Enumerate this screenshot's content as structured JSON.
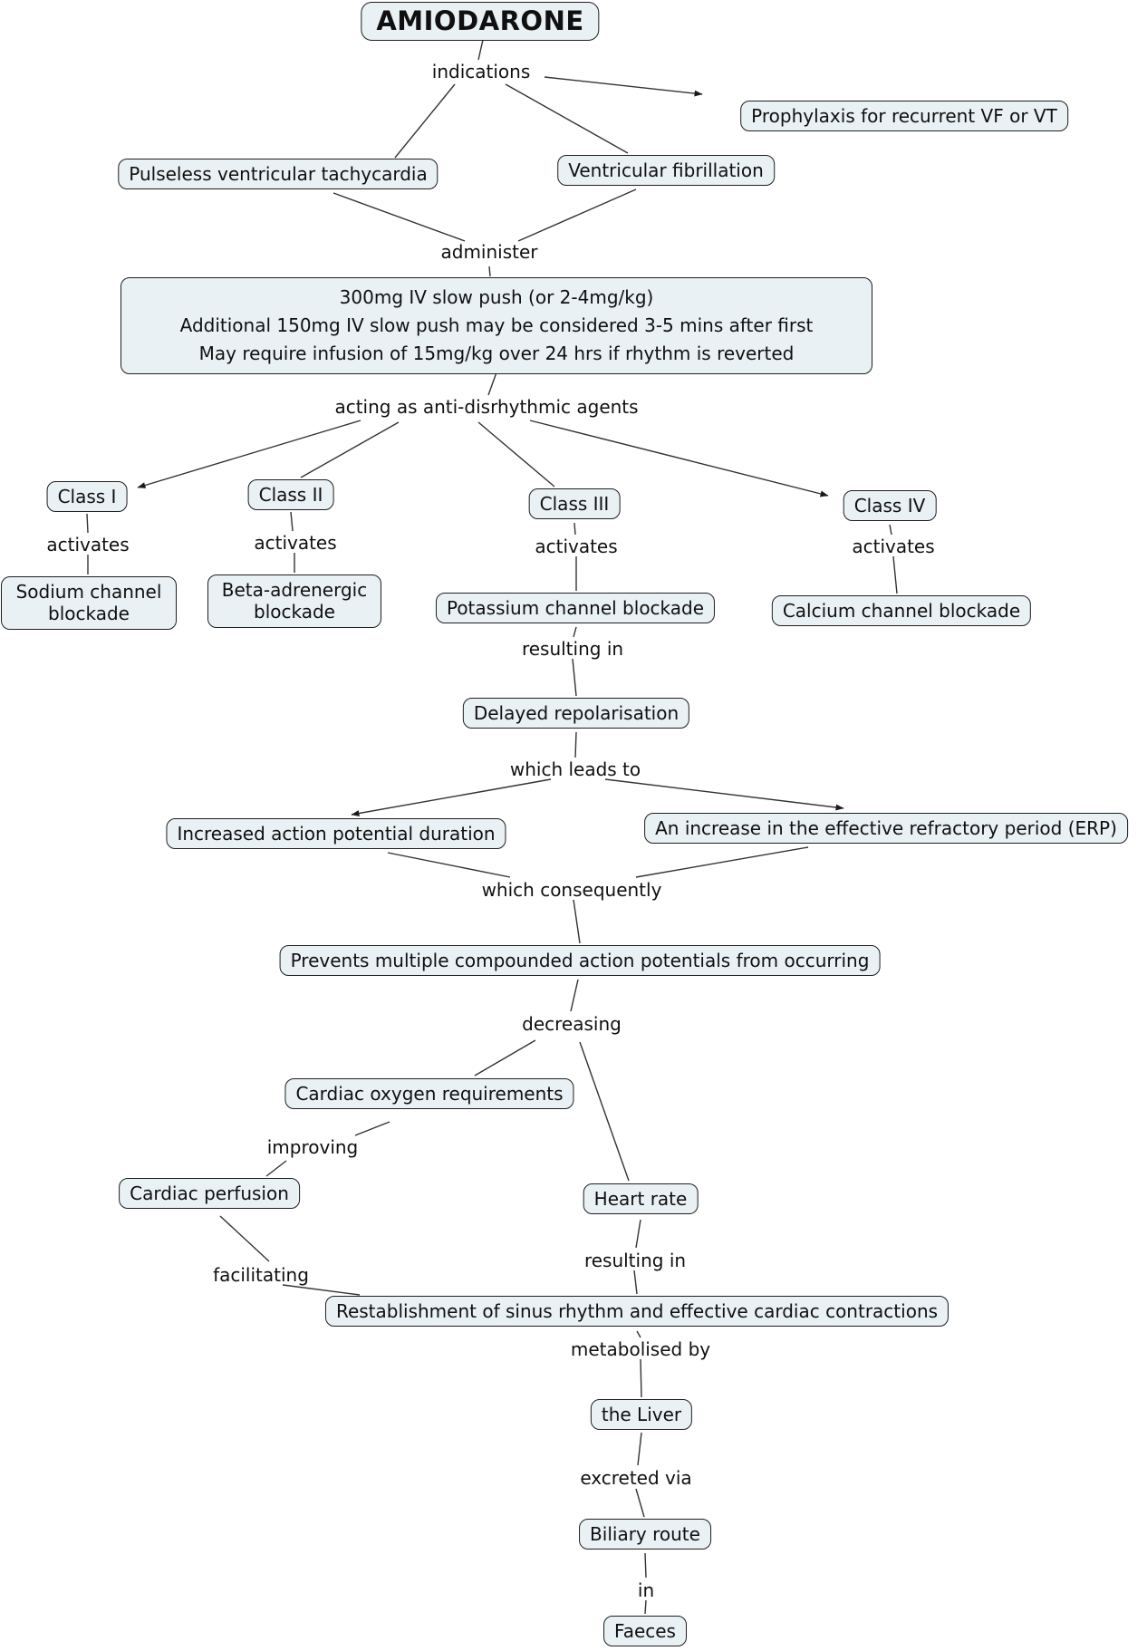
{
  "diagram": {
    "title": "AMIODARONE",
    "nodes": {
      "amiodarone": "AMIODARONE",
      "prophylaxis": "Prophylaxis for recurrent VF or VT",
      "pulseless_vt": "Pulseless ventricular tachycardia",
      "ventricular_fibrillation": "Ventricular fibrillation",
      "dose_line1": "300mg IV slow push (or 2-4mg/kg)",
      "dose_line2": "Additional 150mg IV slow push may be considered 3-5 mins after first",
      "dose_line3": "May require infusion of 15mg/kg over 24 hrs if rhythm is reverted",
      "class1": "Class I",
      "class2": "Class II",
      "class3": "Class III",
      "class4": "Class IV",
      "sodium": "Sodium channel blockade",
      "beta": "Beta-adrenergic blockade",
      "potassium": "Potassium channel blockade",
      "calcium": "Calcium channel blockade",
      "delayed": "Delayed repolarisation",
      "iapd": "Increased action potential duration",
      "erp": "An increase in the effective refractory period (ERP)",
      "prevents": "Prevents multiple compounded action potentials from occurring",
      "cardiac_oxygen": "Cardiac oxygen requirements",
      "heart_rate": "Heart rate",
      "cardiac_perfusion": "Cardiac perfusion",
      "restablishment": "Restablishment of sinus rhythm and effective cardiac contractions",
      "liver": "the Liver",
      "biliary": "Biliary route",
      "faeces": "Faeces"
    },
    "linking_phrases": {
      "indications": "indications",
      "administer": "administer",
      "acting": "acting as anti-disrhythmic agents",
      "activates1": "activates",
      "activates2": "activates",
      "activates3": "activates",
      "activates4": "activates",
      "resulting_in_1": "resulting in",
      "which_leads_to": "which leads to",
      "which_consequently": "which consequently",
      "decreasing": "decreasing",
      "improving": "improving",
      "facilitating": "facilitating",
      "resulting_in_2": "resulting in",
      "metabolised_by": "metabolised by",
      "excreted_via": "excreted via",
      "in": "in"
    },
    "relations": [
      {
        "from": "amiodarone",
        "label": "indications",
        "to": [
          "pulseless_vt",
          "ventricular_fibrillation",
          "prophylaxis"
        ]
      },
      {
        "from": "pulseless_vt, ventricular_fibrillation",
        "label": "administer",
        "to": [
          "dose"
        ]
      },
      {
        "from": "dose",
        "label": "acting as anti-disrhythmic agents",
        "to": [
          "class1",
          "class2",
          "class3",
          "class4"
        ]
      },
      {
        "from": "class1",
        "label": "activates",
        "to": [
          "sodium"
        ]
      },
      {
        "from": "class2",
        "label": "activates",
        "to": [
          "beta"
        ]
      },
      {
        "from": "class3",
        "label": "activates",
        "to": [
          "potassium"
        ]
      },
      {
        "from": "class4",
        "label": "activates",
        "to": [
          "calcium"
        ]
      },
      {
        "from": "potassium",
        "label": "resulting in",
        "to": [
          "delayed"
        ]
      },
      {
        "from": "delayed",
        "label": "which leads to",
        "to": [
          "iapd",
          "erp"
        ]
      },
      {
        "from": "iapd, erp",
        "label": "which consequently",
        "to": [
          "prevents"
        ]
      },
      {
        "from": "prevents",
        "label": "decreasing",
        "to": [
          "cardiac_oxygen",
          "heart_rate"
        ]
      },
      {
        "from": "cardiac_oxygen",
        "label": "improving",
        "to": [
          "cardiac_perfusion"
        ]
      },
      {
        "from": "cardiac_perfusion",
        "label": "facilitating",
        "to": [
          "restablishment"
        ]
      },
      {
        "from": "heart_rate",
        "label": "resulting in",
        "to": [
          "restablishment"
        ]
      },
      {
        "from": "restablishment",
        "label": "metabolised by",
        "to": [
          "liver"
        ]
      },
      {
        "from": "liver",
        "label": "excreted via",
        "to": [
          "biliary"
        ]
      },
      {
        "from": "biliary",
        "label": "in",
        "to": [
          "faeces"
        ]
      }
    ],
    "colors": {
      "node_fill": "#e9f1f4",
      "node_border": "#1f1f1f",
      "connector": "#333333",
      "text": "#101010",
      "background": "#ffffff"
    }
  }
}
